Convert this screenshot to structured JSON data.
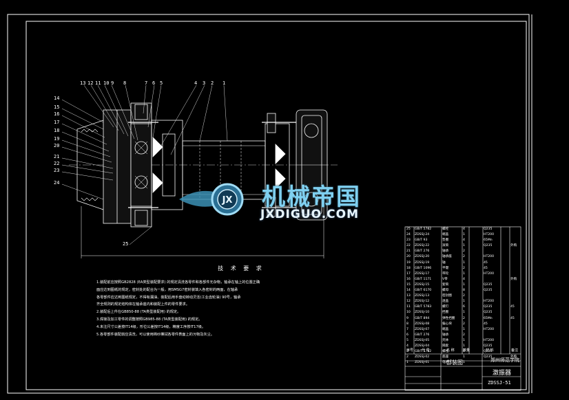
{
  "drawing": {
    "part_numbers": [
      "13",
      "12",
      "11",
      "10",
      "9",
      "8",
      "7",
      "6",
      "5",
      "4",
      "3",
      "2",
      "1",
      "14",
      "15",
      "16",
      "17",
      "18",
      "19",
      "20",
      "21",
      "22",
      "23",
      "24",
      "25"
    ],
    "technical_requirements": {
      "title": "技 术 要 求",
      "lines": [
        "1.装配前应按照GB2828 (EA类型装配要求) 的规定清洗各零件和各部件无杂物，轴承在轴上的位置正确",
        "面应达到图纸的规定，密封处的配合为一般，用SMSG7密封装填入各密封的两面，在轴承",
        "各零部件应达到图纸规定，不得有漏油、装配后用手盘动转动灵活(工业齿轮油) 90号，轴承",
        "齐全规则的规定结构体在轴承座内和装配上件的零件要求。",
        "2.装配后上件在GB850-88 (TA类型装配用) 的规定。",
        "3.焊接及加工零件的调整按照GB985-88 (TA类型装配用) 的规定。",
        "4.未注尺寸公差按IT14级，形位公差按IT14级，精度工序按IT17级。",
        "5.各零部件装配前应清洗，可以使用棉纱擦拭各零件表面上的污物及灰尘。"
      ]
    },
    "watermark": {
      "cn": "机械帝国",
      "en": "JXDIGUO.COM",
      "badge": "JX"
    },
    "bom_rows": [
      [
        "25",
        "GB/T 5782",
        "螺栓",
        "4",
        "",
        "Q235",
        "",
        ""
      ],
      [
        "24",
        "ZDSSJ-24",
        "端盖",
        "1",
        "",
        "HT200",
        "",
        ""
      ],
      [
        "23",
        "GB/T 93",
        "垫圈",
        "4",
        "",
        "65Mn",
        "",
        ""
      ],
      [
        "22",
        "ZDSSJ-22",
        "滚筒",
        "1",
        "",
        "Q235",
        "",
        "外购"
      ],
      [
        "21",
        "GB/T 276",
        "轴承",
        "2",
        "",
        "",
        "",
        ""
      ],
      [
        "20",
        "ZDSSJ-20",
        "轴承座",
        "2",
        "",
        "HT200",
        "",
        ""
      ],
      [
        "19",
        "ZDSSJ-19",
        "轴",
        "1",
        "",
        "45",
        "",
        ""
      ],
      [
        "18",
        "GB/T 1096",
        "平键",
        "2",
        "",
        "45",
        "",
        ""
      ],
      [
        "17",
        "ZDSSJ-17",
        "带轮",
        "1",
        "",
        "HT200",
        "",
        ""
      ],
      [
        "16",
        "GB/T 1171",
        "V带",
        "4",
        "",
        "",
        "",
        "外购"
      ],
      [
        "15",
        "ZDSSJ-15",
        "套筒",
        "1",
        "",
        "Q235",
        "",
        ""
      ],
      [
        "14",
        "GB/T 6170",
        "螺母",
        "8",
        "",
        "Q235",
        "",
        ""
      ],
      [
        "13",
        "ZDSSJ-13",
        "密封圈",
        "2",
        "",
        "",
        "",
        ""
      ],
      [
        "12",
        "ZDSSJ-12",
        "透盖",
        "1",
        "",
        "HT200",
        "",
        ""
      ],
      [
        "11",
        "GB/T 5783",
        "螺钉",
        "6",
        "",
        "Q235",
        "",
        "45"
      ],
      [
        "10",
        "ZDSSJ-10",
        "挡圈",
        "1",
        "",
        "Q235",
        "",
        ""
      ],
      [
        "9",
        "GB/T 894",
        "弹性挡圈",
        "2",
        "",
        "65Mn",
        "",
        "45"
      ],
      [
        "8",
        "ZDSSJ-08",
        "偏心块",
        "2",
        "",
        "45",
        "",
        ""
      ],
      [
        "7",
        "ZDSSJ-07",
        "端盖",
        "1",
        "",
        "HT200",
        "",
        ""
      ],
      [
        "6",
        "GB/T 276",
        "轴承",
        "2",
        "",
        "",
        "",
        ""
      ],
      [
        "5",
        "ZDSSJ-05",
        "壳体",
        "1",
        "",
        "HT200",
        "",
        ""
      ],
      [
        "4",
        "ZDSSJ-04",
        "隔套",
        "1",
        "",
        "Q235",
        "",
        ""
      ],
      [
        "3",
        "GB/T 5782",
        "螺栓",
        "8",
        "",
        "Q235",
        "",
        ""
      ],
      [
        "2",
        "ZDSSJ-02",
        "底座",
        "1",
        "",
        "Q235",
        "",
        "外购"
      ],
      [
        "1",
        "ZDSSJ-01",
        "电机",
        "1",
        "",
        "",
        "",
        ""
      ]
    ],
    "bom_header": [
      "序号",
      "代 号",
      "名 称",
      "数量",
      "材 料",
      "备注"
    ],
    "title_block": {
      "drawing_name": "部装图",
      "school": "郑州师范学院",
      "product": "激振器",
      "drawing_no": "ZDSSJ-51"
    }
  }
}
